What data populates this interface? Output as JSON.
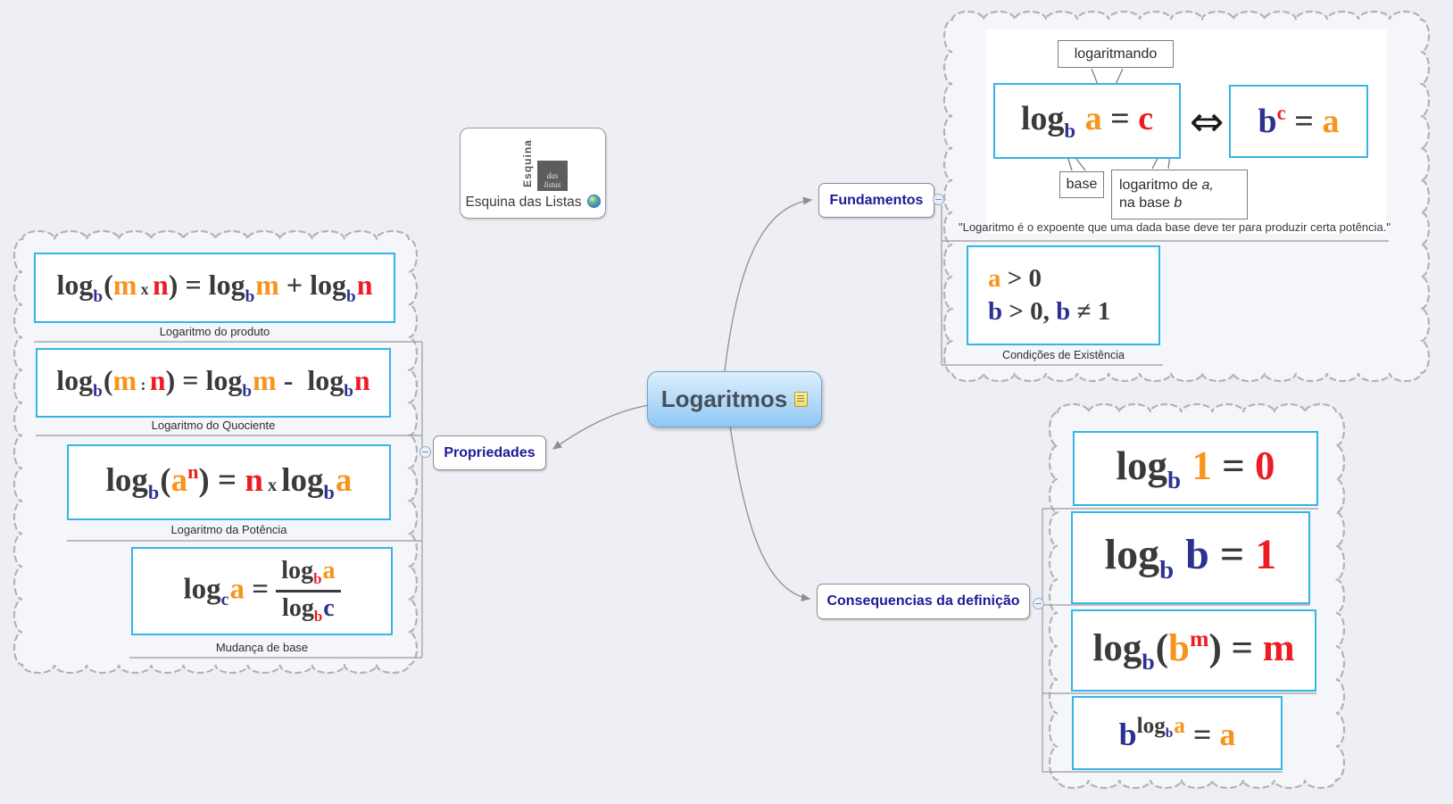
{
  "colors": {
    "dark": "#3a3a3a",
    "navy": "#2e3192",
    "orange": "#f7941d",
    "red": "#ed1c24",
    "node_label": "#1b1b96",
    "box_border": "#35b4e6",
    "cloud": "#b3b3b3",
    "line": "#8f8f8f"
  },
  "central": {
    "label": "Logaritmos"
  },
  "floating_topic": {
    "label": "Esquina das Listas",
    "logo_vertical_text": "Esquina",
    "logo_square_text": [
      {
        "t": "das"
      },
      {
        "br": 1
      },
      {
        "t": "listas"
      }
    ]
  },
  "fundamentos": {
    "label": "Fundamentos",
    "definition": {
      "left_formula": [
        {
          "t": "log",
          "c": "dark"
        },
        {
          "t": "b",
          "c": "navy",
          "v": "sub"
        },
        {
          "t": " a",
          "c": "orange"
        },
        {
          "t": " = ",
          "c": "dark"
        },
        {
          "t": "c",
          "c": "red"
        }
      ],
      "iff_symbol": "⇔",
      "right_formula": [
        {
          "t": "b",
          "c": "navy"
        },
        {
          "t": "c",
          "c": "red",
          "v": "sup"
        },
        {
          "t": " = ",
          "c": "dark"
        },
        {
          "t": "a",
          "c": "orange"
        }
      ],
      "callout_top": "logaritmando",
      "callout_base": "base",
      "callout_result": [
        {
          "t": "logaritmo de "
        },
        {
          "t": "a,",
          "i": 1
        },
        {
          "br": 1
        },
        {
          "t": "na base "
        },
        {
          "t": "b",
          "i": 1
        }
      ],
      "quote": "\"Logaritmo é o expoente que uma dada base deve ter para produzir certa potência.\""
    },
    "condicoes": {
      "label": "Condições de Existência",
      "line1": [
        {
          "t": "a",
          "c": "orange"
        },
        {
          "t": " > 0",
          "c": "dark"
        }
      ],
      "line2": [
        {
          "t": "b",
          "c": "navy"
        },
        {
          "t": " > 0, ",
          "c": "dark"
        },
        {
          "t": "b",
          "c": "navy"
        },
        {
          "t": " ≠ 1",
          "c": "dark"
        }
      ]
    }
  },
  "propriedades": {
    "label": "Propriedades",
    "items": [
      {
        "label": "Logaritmo do produto",
        "formula": [
          {
            "t": "log",
            "c": "dark"
          },
          {
            "t": "b",
            "c": "navy",
            "v": "sub"
          },
          {
            "t": "(",
            "c": "dark"
          },
          {
            "t": "m",
            "c": "orange"
          },
          {
            "t": " x ",
            "c": "dark",
            "sz": "sm"
          },
          {
            "t": "n",
            "c": "red"
          },
          {
            "t": ")",
            "c": "dark"
          },
          {
            "t": " = ",
            "c": "dark"
          },
          {
            "t": "log",
            "c": "dark"
          },
          {
            "t": "b",
            "c": "navy",
            "v": "sub"
          },
          {
            "t": "m",
            "c": "orange"
          },
          {
            "t": " + ",
            "c": "dark"
          },
          {
            "t": "log",
            "c": "dark"
          },
          {
            "t": "b",
            "c": "navy",
            "v": "sub"
          },
          {
            "t": "n",
            "c": "red"
          }
        ]
      },
      {
        "label": "Logaritmo do Quociente",
        "formula": [
          {
            "t": "log",
            "c": "dark"
          },
          {
            "t": "b",
            "c": "navy",
            "v": "sub"
          },
          {
            "t": "(",
            "c": "dark"
          },
          {
            "t": "m",
            "c": "orange"
          },
          {
            "t": " : ",
            "c": "dark",
            "sz": "sm"
          },
          {
            "t": "n",
            "c": "red"
          },
          {
            "t": ")",
            "c": "dark"
          },
          {
            "t": " = ",
            "c": "dark"
          },
          {
            "t": "log",
            "c": "dark"
          },
          {
            "t": "b",
            "c": "navy",
            "v": "sub"
          },
          {
            "t": "m",
            "c": "orange"
          },
          {
            "t": " -  ",
            "c": "dark"
          },
          {
            "t": "log",
            "c": "dark"
          },
          {
            "t": "b",
            "c": "navy",
            "v": "sub"
          },
          {
            "t": "n",
            "c": "red"
          }
        ]
      },
      {
        "label": "Logaritmo da Potência",
        "formula": [
          {
            "t": "log",
            "c": "dark"
          },
          {
            "t": "b",
            "c": "navy",
            "v": "sub"
          },
          {
            "t": "(",
            "c": "dark"
          },
          {
            "t": "a",
            "c": "orange"
          },
          {
            "t": "n",
            "c": "red",
            "v": "sup"
          },
          {
            "t": ")",
            "c": "dark"
          },
          {
            "t": " = ",
            "c": "dark"
          },
          {
            "t": "n",
            "c": "red"
          },
          {
            "t": " x ",
            "c": "dark",
            "sz": "sm"
          },
          {
            "t": "log",
            "c": "dark"
          },
          {
            "t": "b",
            "c": "navy",
            "v": "sub"
          },
          {
            "t": "a",
            "c": "orange"
          }
        ]
      },
      {
        "label": "Mudança de base",
        "formula": [
          {
            "t": "log",
            "c": "dark"
          },
          {
            "t": "c",
            "c": "navy",
            "v": "sub"
          },
          {
            "t": "a",
            "c": "orange"
          },
          {
            "t": " = ",
            "c": "dark"
          },
          {
            "frac": {
              "num": [
                {
                  "t": "log",
                  "c": "dark"
                },
                {
                  "t": "b",
                  "c": "red",
                  "v": "sub"
                },
                {
                  "t": "a",
                  "c": "orange"
                }
              ],
              "den": [
                {
                  "t": "log",
                  "c": "dark"
                },
                {
                  "t": "b",
                  "c": "red",
                  "v": "sub"
                },
                {
                  "t": "c",
                  "c": "navy"
                }
              ]
            }
          }
        ]
      }
    ]
  },
  "consequencias": {
    "label": "Consequencias da definição",
    "items": [
      {
        "formula": [
          {
            "t": "log",
            "c": "dark"
          },
          {
            "t": "b",
            "c": "navy",
            "v": "sub"
          },
          {
            "t": " 1",
            "c": "orange"
          },
          {
            "t": " = ",
            "c": "dark"
          },
          {
            "t": "0",
            "c": "red"
          }
        ]
      },
      {
        "formula": [
          {
            "t": "log",
            "c": "dark"
          },
          {
            "t": "b",
            "c": "navy",
            "v": "sub"
          },
          {
            "t": " b",
            "c": "navy"
          },
          {
            "t": " = ",
            "c": "dark"
          },
          {
            "t": "1",
            "c": "red"
          }
        ]
      },
      {
        "formula": [
          {
            "t": "log",
            "c": "dark"
          },
          {
            "t": "b",
            "c": "navy",
            "v": "sub"
          },
          {
            "t": "(",
            "c": "dark"
          },
          {
            "t": "b",
            "c": "orange"
          },
          {
            "t": "m",
            "c": "red",
            "v": "sup"
          },
          {
            "t": ")",
            "c": "dark"
          },
          {
            "t": " = ",
            "c": "dark"
          },
          {
            "t": "m",
            "c": "red"
          }
        ]
      },
      {
        "formula": [
          {
            "t": "b",
            "c": "navy"
          },
          {
            "sup": [
              {
                "t": "log",
                "c": "dark"
              },
              {
                "t": "b",
                "c": "navy",
                "v": "sub"
              },
              {
                "t": "a",
                "c": "orange"
              }
            ]
          },
          {
            "t": " = ",
            "c": "dark"
          },
          {
            "t": "a",
            "c": "orange"
          }
        ]
      }
    ]
  }
}
